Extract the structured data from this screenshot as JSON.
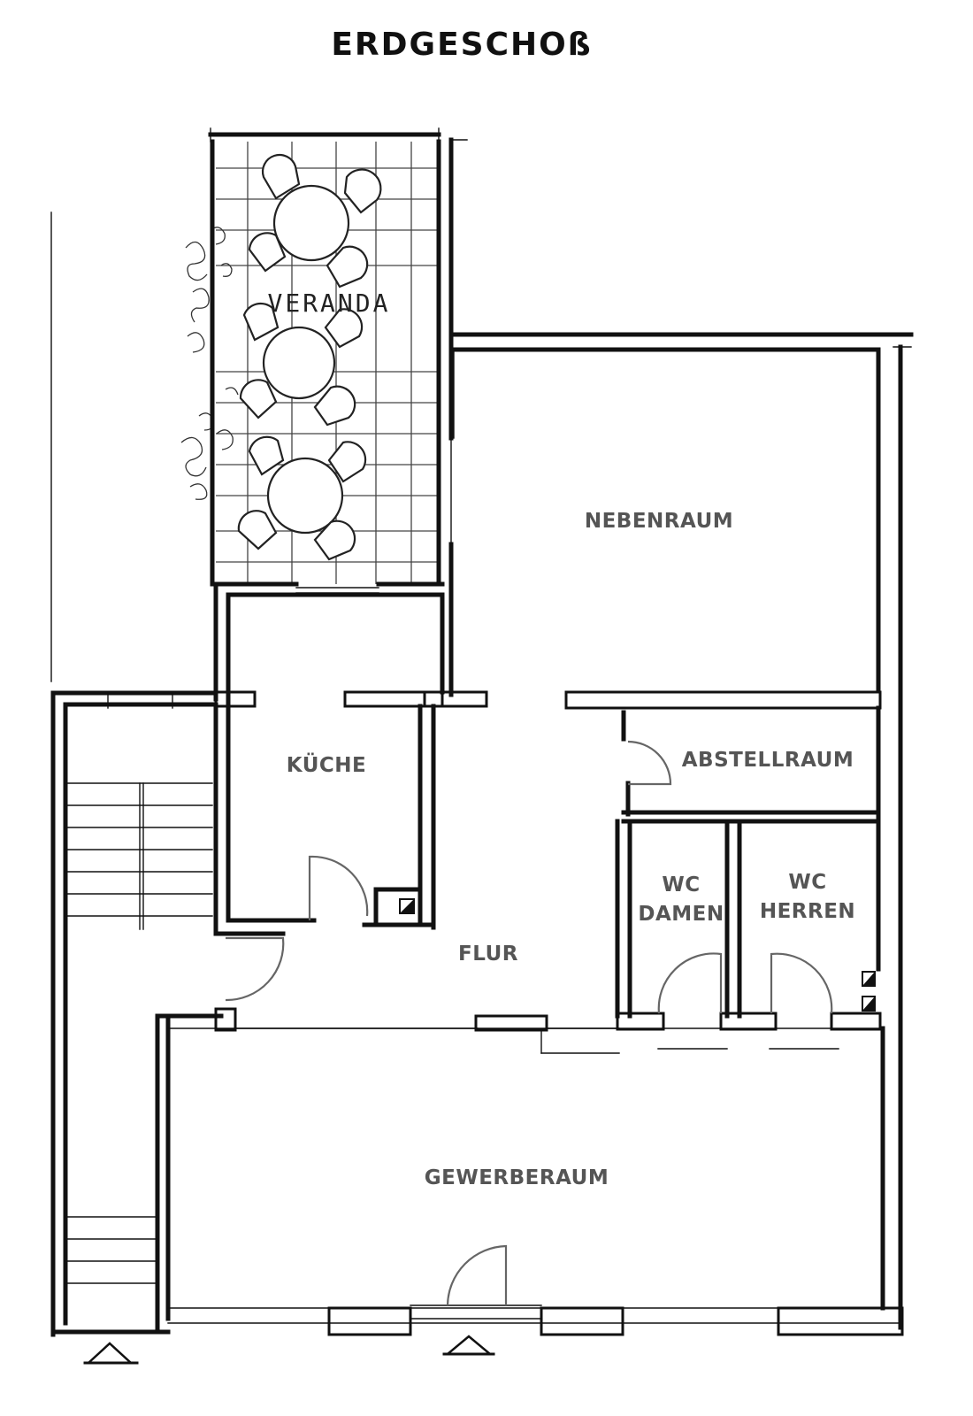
{
  "title": "ERDGESCHOß",
  "rooms": {
    "veranda": "VERANDA",
    "nebenraum": "NEBENRAUM",
    "kueche": "KÜCHE",
    "abstellraum": "ABSTELLRAUM",
    "wc_damen_line1": "WC",
    "wc_damen_line2": "DAMEN",
    "wc_herren_line1": "WC",
    "wc_herren_line2": "HERREN",
    "flur": "FLUR",
    "gewerberaum": "GEWERBERAUM"
  }
}
